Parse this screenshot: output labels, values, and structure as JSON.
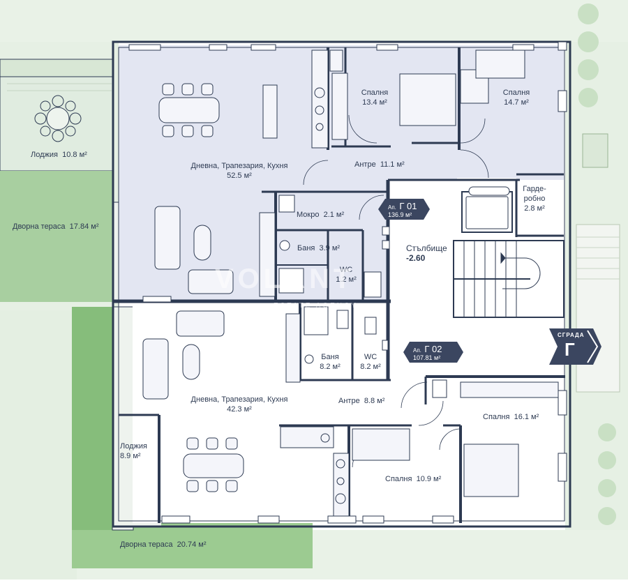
{
  "rooms": {
    "loggia_top": "Лоджия",
    "loggia_top_area": "10.8 м²",
    "yard_terrace_left": "Дворна тераса",
    "yard_terrace_left_area": "17.84 м²",
    "living_top": "Дневна, Трапезария, Кухня",
    "living_top_area": "52.5 м²",
    "bedroom_a": "Спалня",
    "bedroom_a_area": "13.4 м²",
    "bedroom_b": "Спалня",
    "bedroom_b_area": "14.7 м²",
    "hall_top": "Антре",
    "hall_top_area": "11.1 м²",
    "wardrobe_line1": "Гарде-",
    "wardrobe_line2": "робно",
    "wardrobe_area": "2.8 м²",
    "laundry": "Мокро",
    "laundry_area": "2.1 м²",
    "bath_top": "Баня",
    "bath_top_area": "3.9 м²",
    "wc_top": "WC",
    "wc_top_area": "1.2 м²",
    "stairs": "Стълбище",
    "stairs_level": "-2.60",
    "bath_bottom": "Баня",
    "bath_bottom_area": "8.2 м²",
    "wc_bottom": "WC",
    "wc_bottom_area": "8.2 м²",
    "living_bottom": "Дневна, Трапезария, Кухня",
    "living_bottom_area": "42.3 м²",
    "hall_bottom": "Антре",
    "hall_bottom_area": "8.8 м²",
    "bedroom_c": "Спалня",
    "bedroom_c_area": "16.1 м²",
    "bedroom_d": "Спалня",
    "bedroom_d_area": "10.9 м²",
    "loggia_bottom": "Лоджия",
    "loggia_bottom_area": "8.9 м²",
    "yard_terrace_bottom": "Дворна тераса",
    "yard_terrace_bottom_area": "20.74 м²"
  },
  "apartments": [
    {
      "prefix": "Ап.",
      "code": "Г 01",
      "area": "136.9 м²"
    },
    {
      "prefix": "Ап.",
      "code": "Г 02",
      "area": "107.81 м²"
    }
  ],
  "building": {
    "label": "СГРАДА",
    "letter": "Г"
  },
  "watermark": {
    "brand": "VOLANT",
    "sub": "ESTATE AGENCY"
  },
  "colors": {
    "apartment_top_fill": "#e3e6f2",
    "apartment_bottom_fill": "#ffffff",
    "wall": "#2d3a52",
    "tag": "#3b4660",
    "lawn": "#e5f0e3",
    "terrace_green": "#8fc585",
    "terrace_dark": "#74b86a"
  }
}
